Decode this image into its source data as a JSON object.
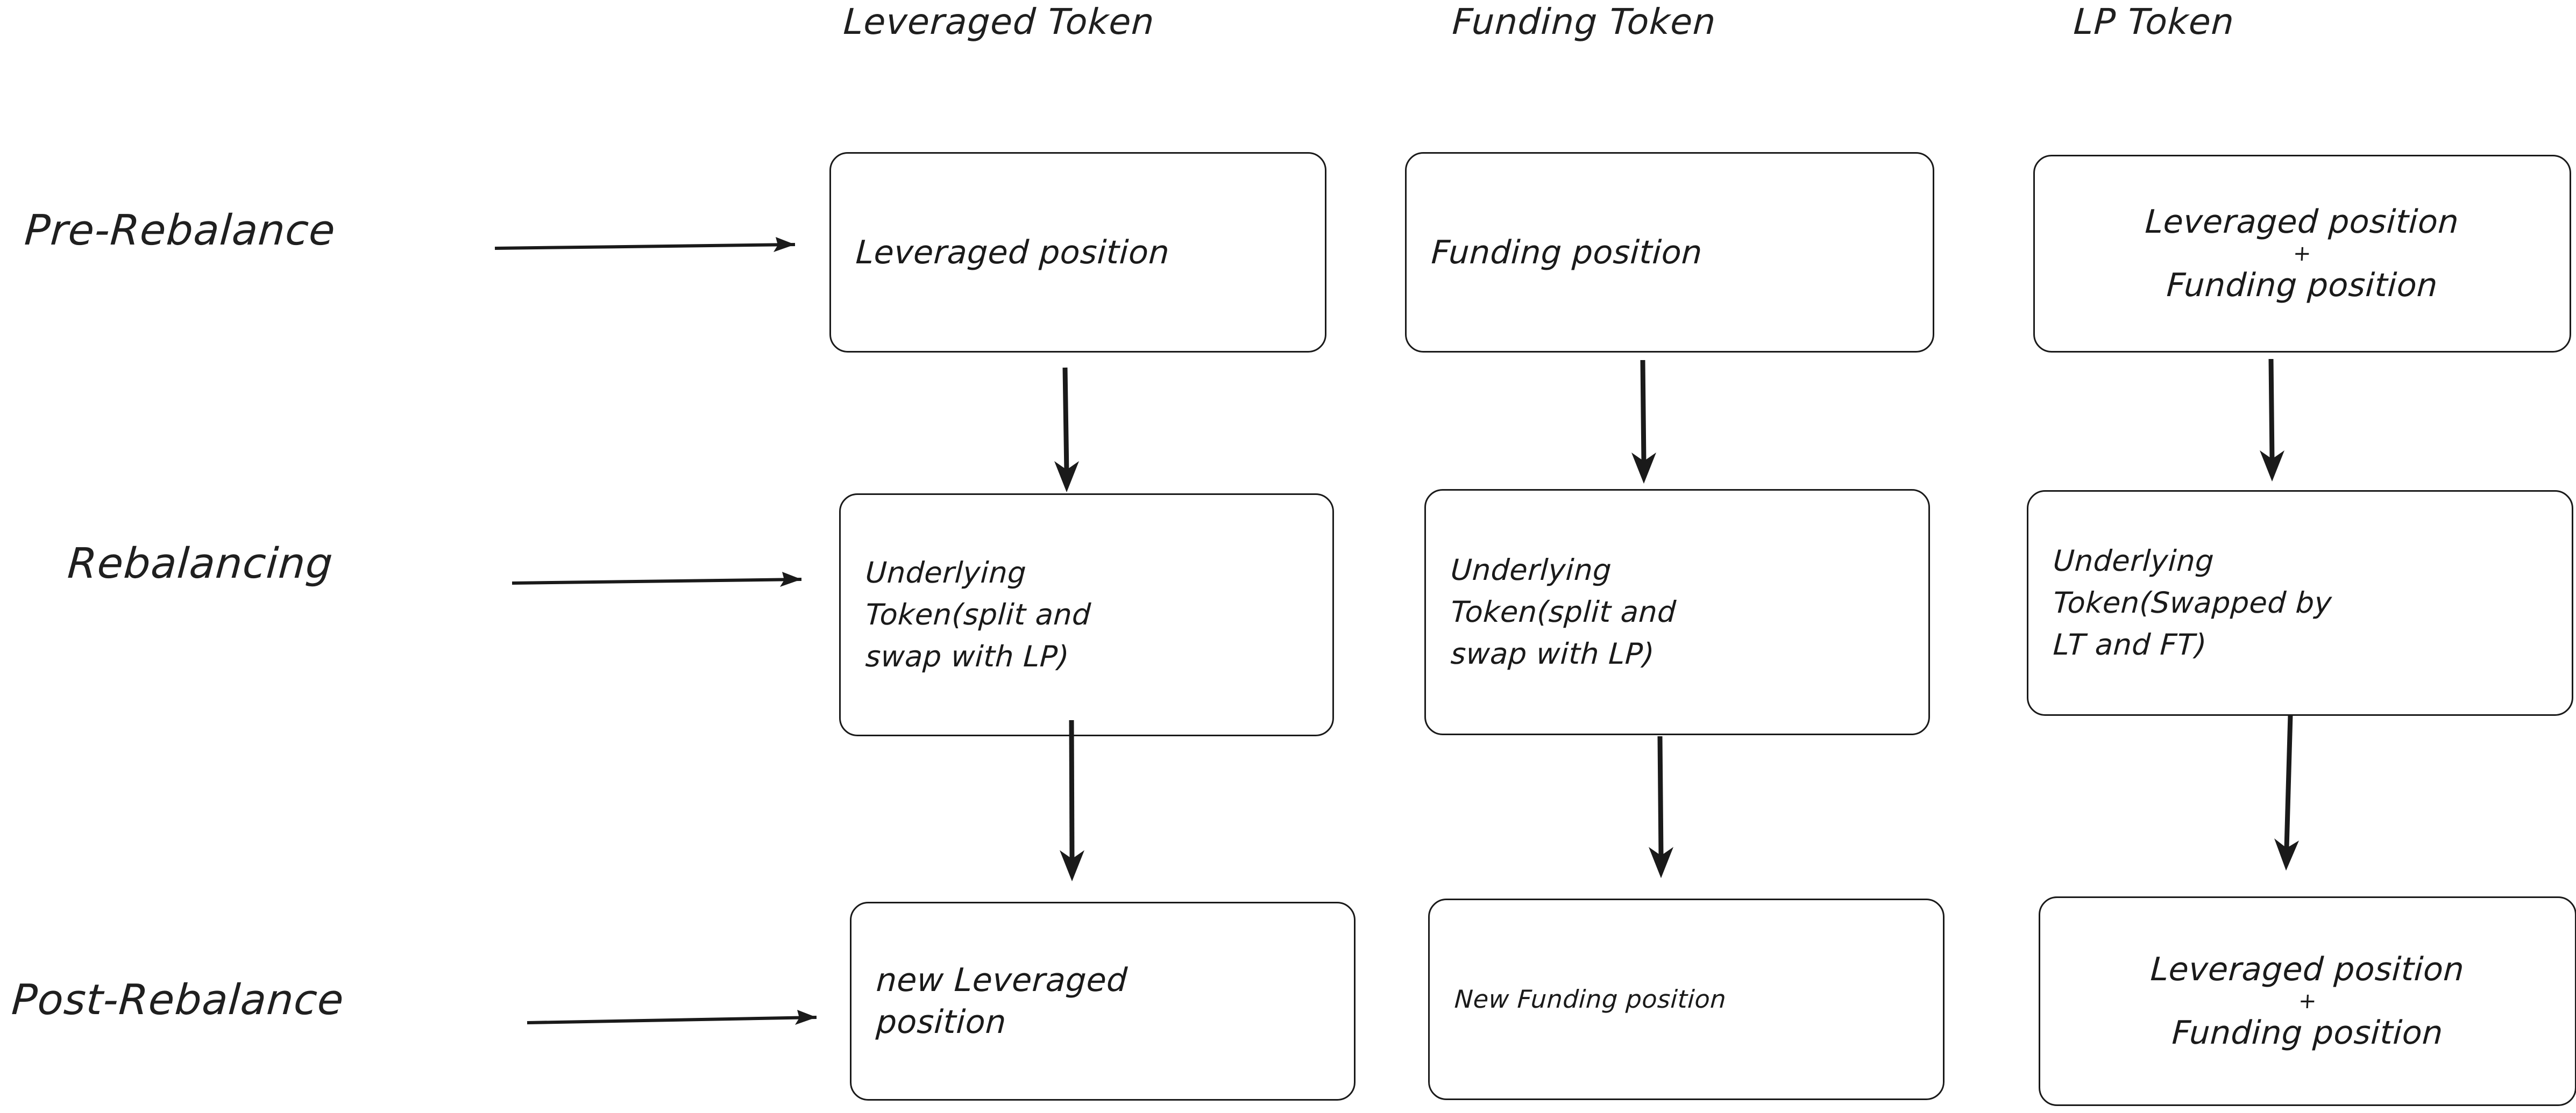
{
  "diagram": {
    "title_columns": [
      {
        "id": "leveraged-token",
        "label": "Leveraged Token"
      },
      {
        "id": "funding-token",
        "label": "Funding Token"
      },
      {
        "id": "lp-token",
        "label": "LP Token"
      }
    ],
    "stages": [
      {
        "id": "pre-rebalance",
        "label": "Pre-Rebalance"
      },
      {
        "id": "rebalancing",
        "label": "Rebalancing"
      },
      {
        "id": "post-rebalance",
        "label": "Post-Rebalance"
      }
    ],
    "cells": {
      "lt_pre": {
        "lines": [
          "Leveraged position"
        ]
      },
      "ft_pre": {
        "lines": [
          "Funding position"
        ]
      },
      "lp_pre": {
        "lines": [
          "Leveraged position",
          "+",
          "Funding position"
        ]
      },
      "lt_reb": {
        "lines": [
          "Underlying",
          "Token(split and",
          "swap with LP)"
        ]
      },
      "ft_reb": {
        "lines": [
          "Underlying",
          "Token(split and",
          "swap with LP)"
        ]
      },
      "lp_reb": {
        "lines": [
          "Underlying",
          "Token(Swapped by",
          "LT and FT)"
        ]
      },
      "lt_post": {
        "lines": [
          "new Leveraged",
          "position"
        ]
      },
      "ft_post": {
        "lines": [
          "New Funding position"
        ]
      },
      "lp_post": {
        "lines": [
          "Leveraged position",
          "+",
          "Funding position"
        ]
      }
    },
    "colors": {
      "background": "#ffffff",
      "stroke": "#1a1a1a",
      "text": "#1f1f1f"
    },
    "connectors": [
      {
        "id": "stage-arrow-pre",
        "from": "pre-rebalance",
        "to": "lt_pre",
        "direction": "right"
      },
      {
        "id": "stage-arrow-reb",
        "from": "rebalancing",
        "to": "lt_reb",
        "direction": "right"
      },
      {
        "id": "stage-arrow-post",
        "from": "post-rebalance",
        "to": "lt_post",
        "direction": "right"
      },
      {
        "id": "flow-lt-1",
        "from": "lt_pre",
        "to": "lt_reb",
        "direction": "down"
      },
      {
        "id": "flow-lt-2",
        "from": "lt_reb",
        "to": "lt_post",
        "direction": "down"
      },
      {
        "id": "flow-ft-1",
        "from": "ft_pre",
        "to": "ft_reb",
        "direction": "down"
      },
      {
        "id": "flow-ft-2",
        "from": "ft_reb",
        "to": "ft_post",
        "direction": "down"
      },
      {
        "id": "flow-lp-1",
        "from": "lp_pre",
        "to": "lp_reb",
        "direction": "down"
      },
      {
        "id": "flow-lp-2",
        "from": "lp_reb",
        "to": "lp_post",
        "direction": "down"
      }
    ]
  }
}
